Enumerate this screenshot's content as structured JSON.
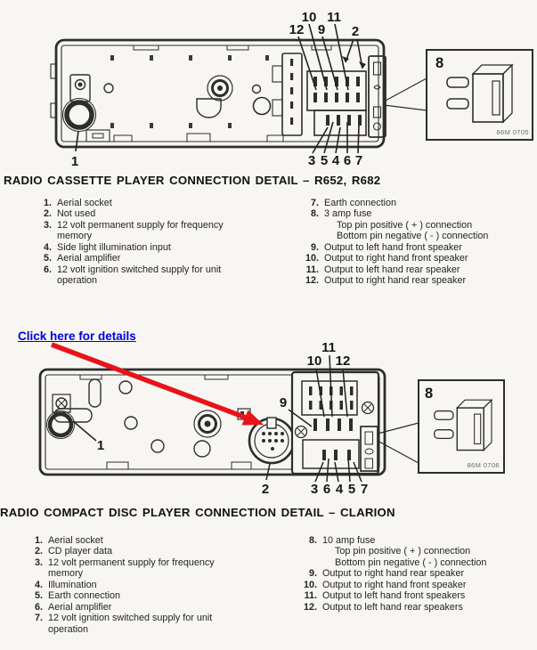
{
  "link": {
    "label": "Click here for details"
  },
  "colors": {
    "link_blue": "#0000e4",
    "arrow_red": "#e8131b",
    "ink": "#1c1c1c",
    "paper": "#f7f6f2"
  },
  "s1": {
    "title": "RADIO CASSETTE PLAYER CONNECTION DETAIL  –  R652, R682",
    "fuse_code": "86M 0705",
    "n": {
      "1": "1",
      "2": "2",
      "3": "3",
      "4": "4",
      "5": "5",
      "6": "6",
      "7": "7",
      "8": "8",
      "9": "9",
      "10": "10",
      "11": "11",
      "12": "12"
    },
    "left": [
      {
        "num": "1.",
        "text": "Aerial socket"
      },
      {
        "num": "2.",
        "text": "Not used"
      },
      {
        "num": "3.",
        "text": "12 volt permanent supply for frequency memory"
      },
      {
        "num": "4.",
        "text": "Side light illumination input"
      },
      {
        "num": "5.",
        "text": "Aerial amplifier"
      },
      {
        "num": "6.",
        "text": "12 volt ignition switched supply for unit operation"
      }
    ],
    "right": [
      {
        "num": "7.",
        "text": "Earth connection"
      },
      {
        "num": "8.",
        "text": "3 amp fuse"
      },
      {
        "num": "",
        "text": "Top pin positive ( + ) connection"
      },
      {
        "num": "",
        "text": "Bottom pin negative ( - ) connection"
      },
      {
        "num": "9.",
        "text": "Output to left hand front speaker"
      },
      {
        "num": "10.",
        "text": "Output to right hand front speaker"
      },
      {
        "num": "11.",
        "text": "Output to left hand rear speaker"
      },
      {
        "num": "12.",
        "text": "Output to right hand rear speaker"
      }
    ]
  },
  "s2": {
    "title": "RADIO COMPACT DISC PLAYER CONNECTION DETAIL  –  CLARION",
    "fuse_code": "86M 0706",
    "n": {
      "1": "1",
      "2": "2",
      "3": "3",
      "4": "4",
      "5": "5",
      "6": "6",
      "7": "7",
      "8": "8",
      "9": "9",
      "10": "10",
      "11": "11",
      "12": "12"
    },
    "left": [
      {
        "num": "1.",
        "text": "Aerial socket"
      },
      {
        "num": "2.",
        "text": "CD player data"
      },
      {
        "num": "3.",
        "text": "12 volt permanent supply for frequency memory"
      },
      {
        "num": "4.",
        "text": "Illumination"
      },
      {
        "num": "5.",
        "text": "Earth connection"
      },
      {
        "num": "6.",
        "text": "Aerial amplifier"
      },
      {
        "num": "7.",
        "text": "12 volt ignition switched supply for unit operation"
      }
    ],
    "right": [
      {
        "num": "8.",
        "text": "10 amp fuse"
      },
      {
        "num": "",
        "text": "Top pin positive ( + ) connection"
      },
      {
        "num": "",
        "text": "Bottom pin negative ( - ) connection"
      },
      {
        "num": "9.",
        "text": "Output to right hand rear speaker"
      },
      {
        "num": "10.",
        "text": "Output to right hand front speaker"
      },
      {
        "num": "11.",
        "text": "Output to left hand front speakers"
      },
      {
        "num": "12.",
        "text": "Output to left hand rear speakers"
      }
    ]
  }
}
